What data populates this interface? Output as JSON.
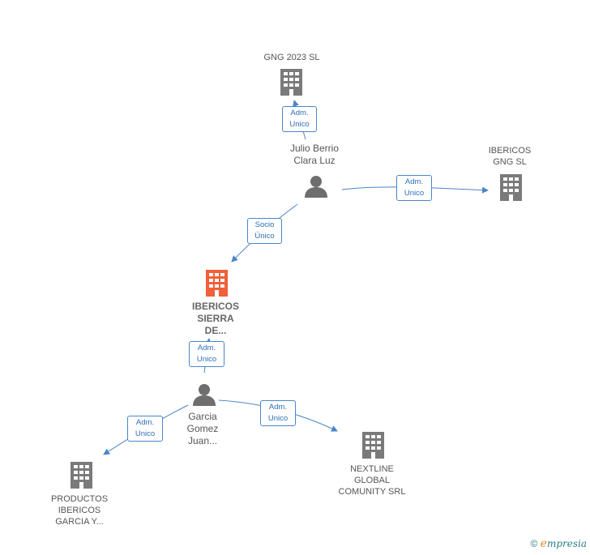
{
  "colors": {
    "edge": "#4a86c8",
    "main_company": "#f0603a",
    "company": "#7a7a7a",
    "person": "#6e6e6e"
  },
  "nodes": {
    "gng2023": {
      "label": "GNG 2023  SL",
      "type": "company",
      "icon": "building-icon"
    },
    "julio": {
      "label": "Julio Berrio\nClara Luz",
      "type": "person",
      "icon": "person-icon"
    },
    "ibericos_gng": {
      "label": "IBERICOS\nGNG  SL",
      "type": "company",
      "icon": "building-icon"
    },
    "ibericos_sierra": {
      "label": "IBERICOS\nSIERRA\nDE...",
      "type": "main-company",
      "icon": "building-icon"
    },
    "garcia": {
      "label": "Garcia\nGomez\nJuan...",
      "type": "person",
      "icon": "person-icon"
    },
    "nextline": {
      "label": "NEXTLINE\nGLOBAL\nCOMUNITY SRL",
      "type": "company",
      "icon": "building-icon"
    },
    "productos": {
      "label": "PRODUCTOS\nIBERICOS\nGARCIA Y...",
      "type": "company",
      "icon": "building-icon"
    }
  },
  "edges": [
    {
      "from": "julio",
      "to": "gng2023",
      "label": "Adm.\nUnico"
    },
    {
      "from": "julio",
      "to": "ibericos_gng",
      "label": "Adm.\nUnico"
    },
    {
      "from": "julio",
      "to": "ibericos_sierra",
      "label": "Socio\nÚnico"
    },
    {
      "from": "garcia",
      "to": "ibericos_sierra",
      "label": "Adm.\nUnico"
    },
    {
      "from": "garcia",
      "to": "nextline",
      "label": "Adm.\nUnico"
    },
    {
      "from": "garcia",
      "to": "productos",
      "label": "Adm.\nUnico"
    }
  ],
  "footer": {
    "copyright": "©",
    "brand_first": "e",
    "brand_rest": "mpresia"
  }
}
